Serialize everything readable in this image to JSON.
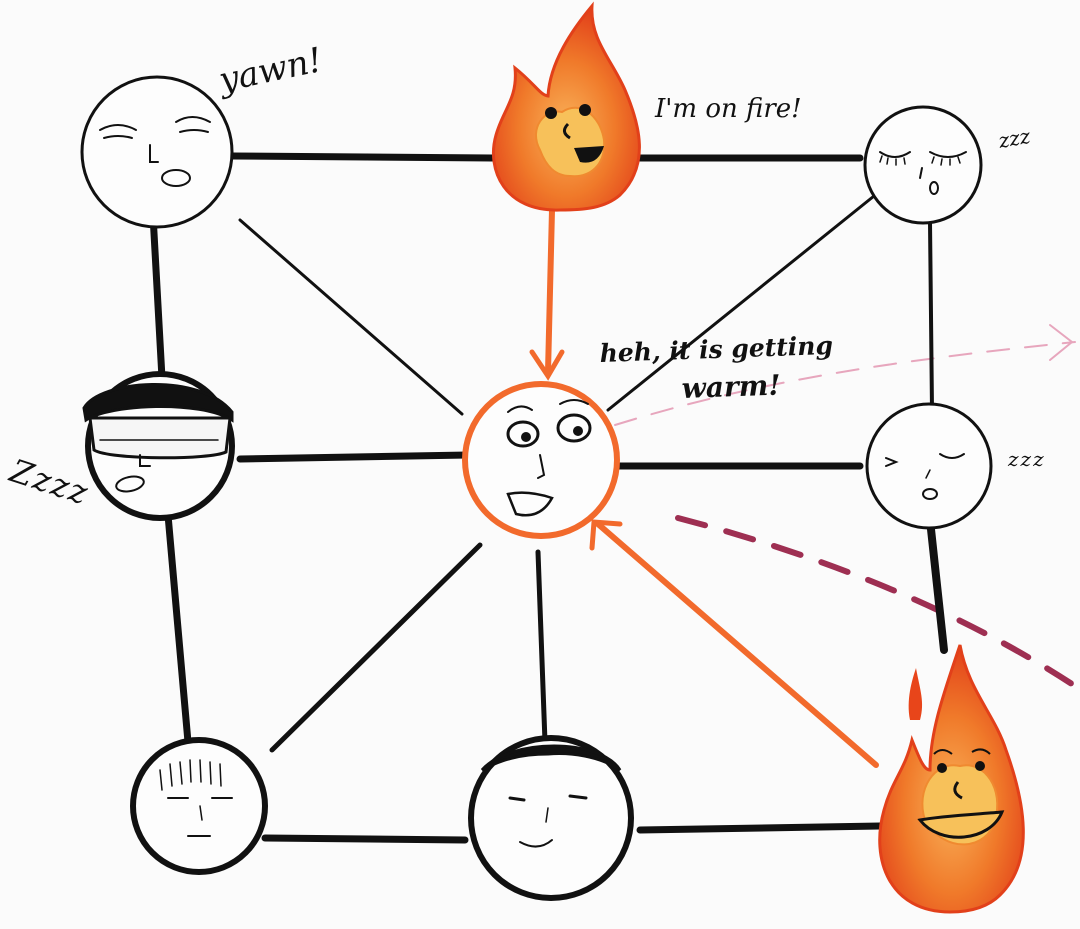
{
  "diagram": {
    "nodes": [
      {
        "id": "top-left",
        "mood": "yawning",
        "caption": "yawn!"
      },
      {
        "id": "top-middle",
        "mood": "on-fire",
        "caption": "I'm on fire!"
      },
      {
        "id": "top-right",
        "mood": "sleeping",
        "caption": "zzz"
      },
      {
        "id": "middle-left",
        "mood": "sleeping-with-mask",
        "caption": "Zzzz"
      },
      {
        "id": "center",
        "mood": "warming",
        "caption_line1": "heh, it is getting",
        "caption_line2": "warm!"
      },
      {
        "id": "middle-right",
        "mood": "sleeping",
        "caption": "zzz"
      },
      {
        "id": "bottom-left",
        "mood": "sleeping"
      },
      {
        "id": "bottom-middle",
        "mood": "neutral"
      },
      {
        "id": "bottom-right",
        "mood": "on-fire"
      }
    ],
    "edges": [
      [
        "top-left",
        "top-middle"
      ],
      [
        "top-middle",
        "top-right"
      ],
      [
        "top-left",
        "middle-left"
      ],
      [
        "top-left",
        "center"
      ],
      [
        "top-right",
        "center"
      ],
      [
        "top-right",
        "middle-right"
      ],
      [
        "middle-left",
        "center"
      ],
      [
        "center",
        "middle-right"
      ],
      [
        "middle-left",
        "bottom-left"
      ],
      [
        "center",
        "bottom-left"
      ],
      [
        "center",
        "bottom-middle"
      ],
      [
        "middle-right",
        "bottom-right"
      ],
      [
        "bottom-left",
        "bottom-middle"
      ],
      [
        "bottom-middle",
        "bottom-right"
      ]
    ],
    "influence_arrows": [
      {
        "from": "top-middle",
        "to": "center"
      },
      {
        "from": "bottom-right",
        "to": "center"
      }
    ],
    "colors": {
      "ink": "#111111",
      "fire_outer": "#e8451a",
      "fire_mid": "#f57a2a",
      "fire_inner": "#f7c15a",
      "influence": "#f26a2c",
      "dashed_pink": "#e7a6bd",
      "dashed_maroon": "#9e2f52"
    }
  }
}
